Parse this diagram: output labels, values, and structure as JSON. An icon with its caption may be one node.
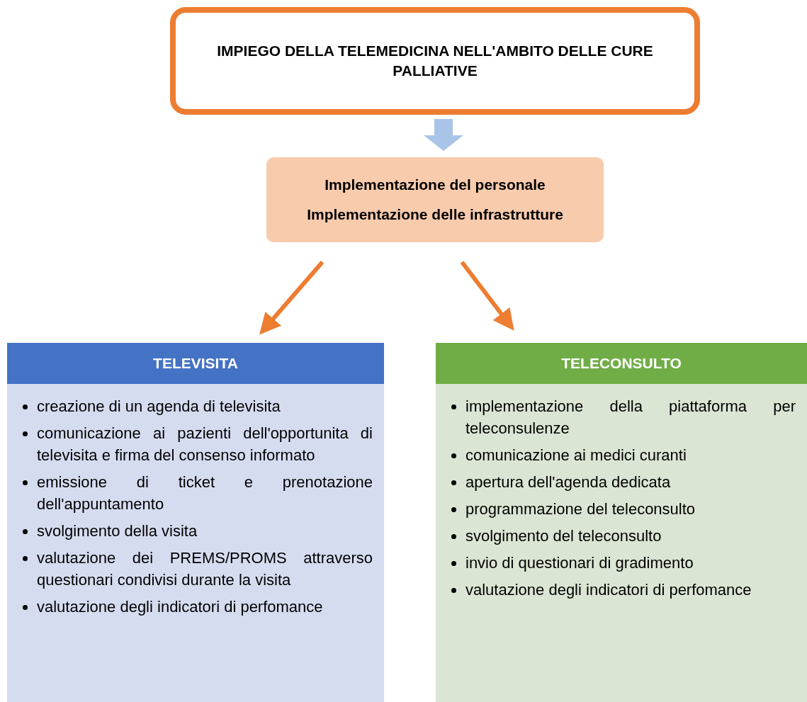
{
  "diagram": {
    "nodes": [
      {
        "text": [
          "IMPIEGO DELLA TELEMEDICINA NELL'AMBITO DELLE CURE PALLIATIVE"
        ]
      },
      {
        "text": [
          "Implementazione del personale",
          "Implementazione delle infrastrutture"
        ]
      },
      {
        "text": [
          "TELEVISITA",
          "creazione di un agenda di televisita",
          "comunicazione ai pazienti dell'opportunita di televisita e firma del consenso informato",
          "emissione di ticket e prenotazione dell'appuntamento",
          "svolgimento della visita",
          "valutazione dei PREMS/PROMS attraverso questionari condivisi durante la visita",
          "valutazione degli indicatori di perfomance"
        ]
      },
      {
        "text": [
          "TELECONSULTO",
          "implementazione della piattaforma per teleconsulenze",
          "comunicazione ai medici curanti",
          "apertura dell'agenda dedicata",
          "programmazione del teleconsulto",
          "svolgimento del teleconsulto",
          "invio di questionari di gradimento",
          "valutazione degli indicatori di perfomance"
        ]
      }
    ],
    "edges": [
      {
        "from": 0,
        "to": 1,
        "arrow": "to",
        "style": "thick",
        "color": "#a9c4e8"
      },
      {
        "from": 1,
        "to": 2,
        "arrow": "to"
      },
      {
        "from": 1,
        "to": 3,
        "arrow": "to"
      }
    ]
  }
}
